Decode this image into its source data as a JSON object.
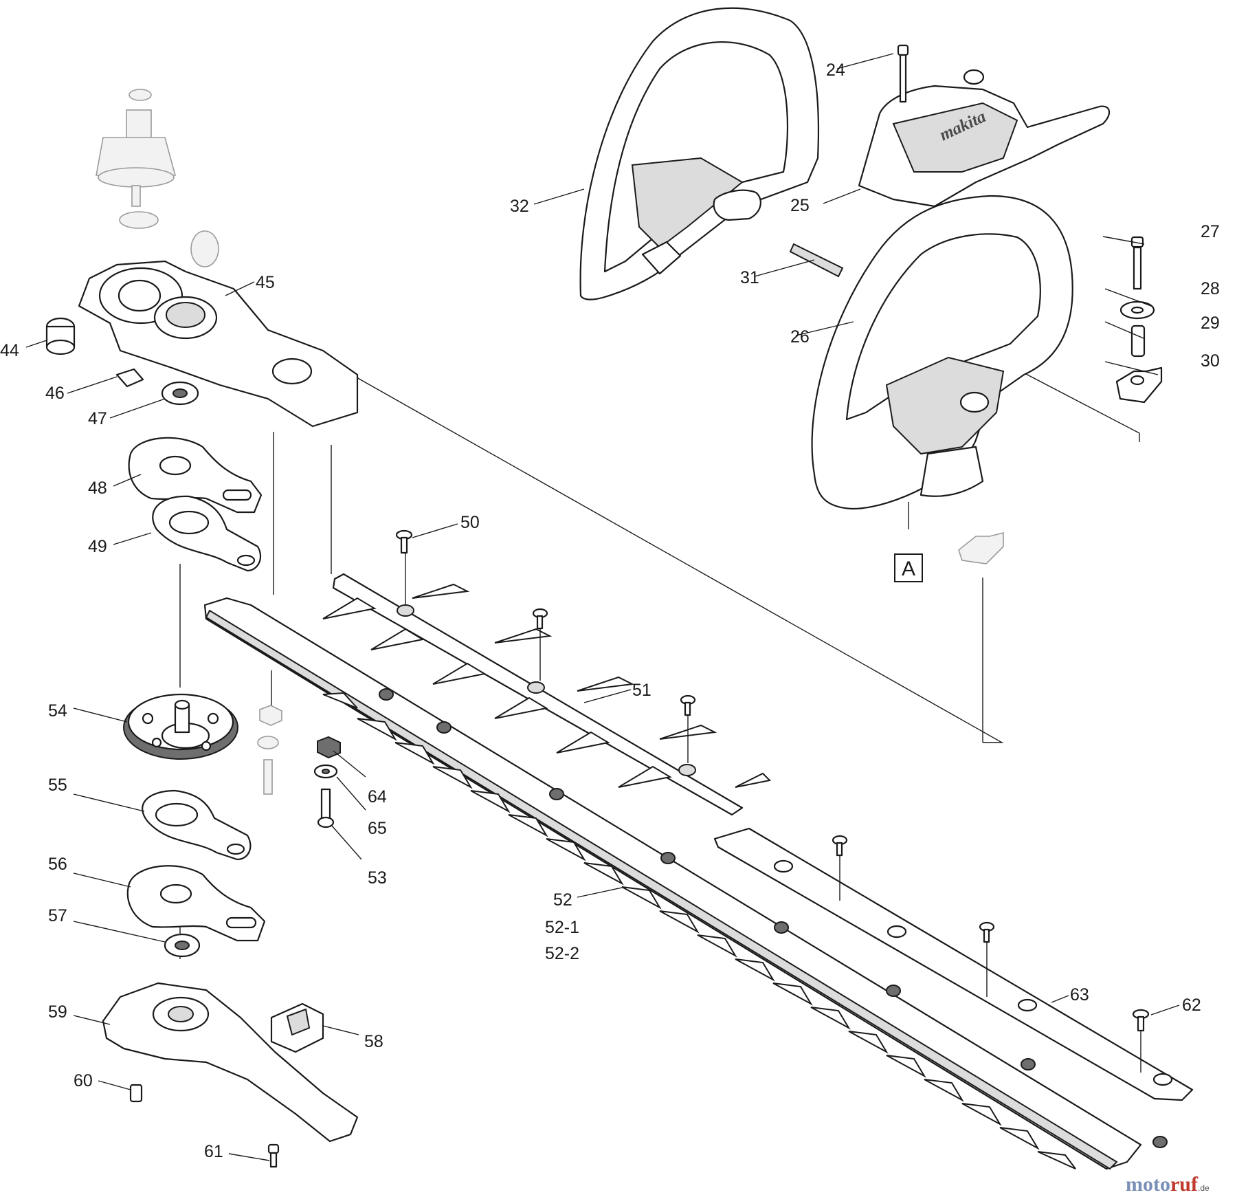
{
  "diagram": {
    "labels": {
      "p24": "24",
      "p25": "25",
      "p26": "26",
      "p27": "27",
      "p28": "28",
      "p29": "29",
      "p30": "30",
      "p31": "31",
      "p32": "32",
      "p44": "44",
      "p45": "45",
      "p46": "46",
      "p47": "47",
      "p48": "48",
      "p49": "49",
      "p50": "50",
      "p51": "51",
      "p52": "52",
      "p52_1": "52-1",
      "p52_2": "52-2",
      "p53": "53",
      "p54": "54",
      "p55": "55",
      "p56": "56",
      "p57": "57",
      "p58": "58",
      "p59": "59",
      "p60": "60",
      "p61": "61",
      "p62": "62",
      "p63": "63",
      "p64": "64",
      "p65": "65"
    },
    "ref_marker": "A",
    "brand_text": "makita",
    "watermark": {
      "part1": "moto",
      "part2": "ruf",
      "suffix": ".de"
    }
  }
}
